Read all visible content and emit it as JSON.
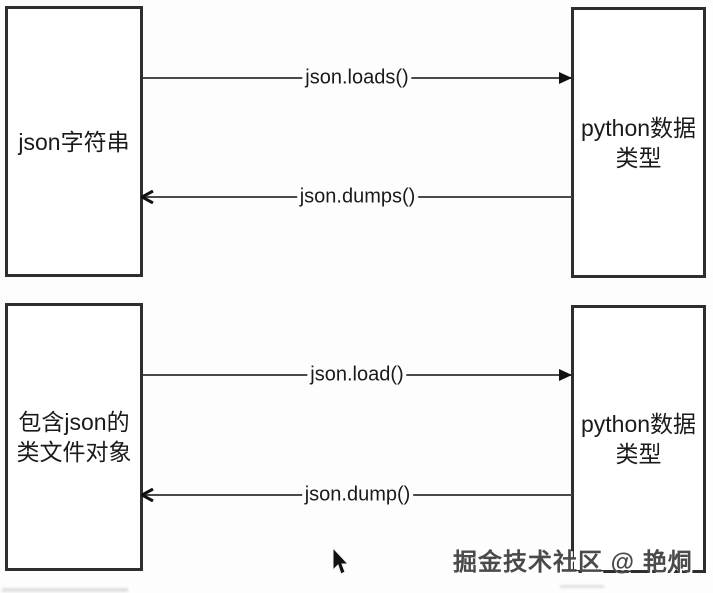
{
  "boxes": {
    "json_string": "json字符串",
    "python_type_top": "python数据\n类型",
    "file_object": "包含json的\n类文件对象",
    "python_type_bottom": "python数据\n类型"
  },
  "arrows": {
    "loads": "json.loads()",
    "dumps": "json.dumps()",
    "load": "json.load()",
    "dump": "json.dump()"
  },
  "watermark": "掘金技术社区 @ 艳烔",
  "colors": {
    "box_border": "#2e2e2e",
    "arrow_line": "#4a4a4a",
    "arrowhead": "#111111",
    "text": "#1a1a1a",
    "watermark_text": "#4a4a4a",
    "background": "#fdfdfd"
  }
}
